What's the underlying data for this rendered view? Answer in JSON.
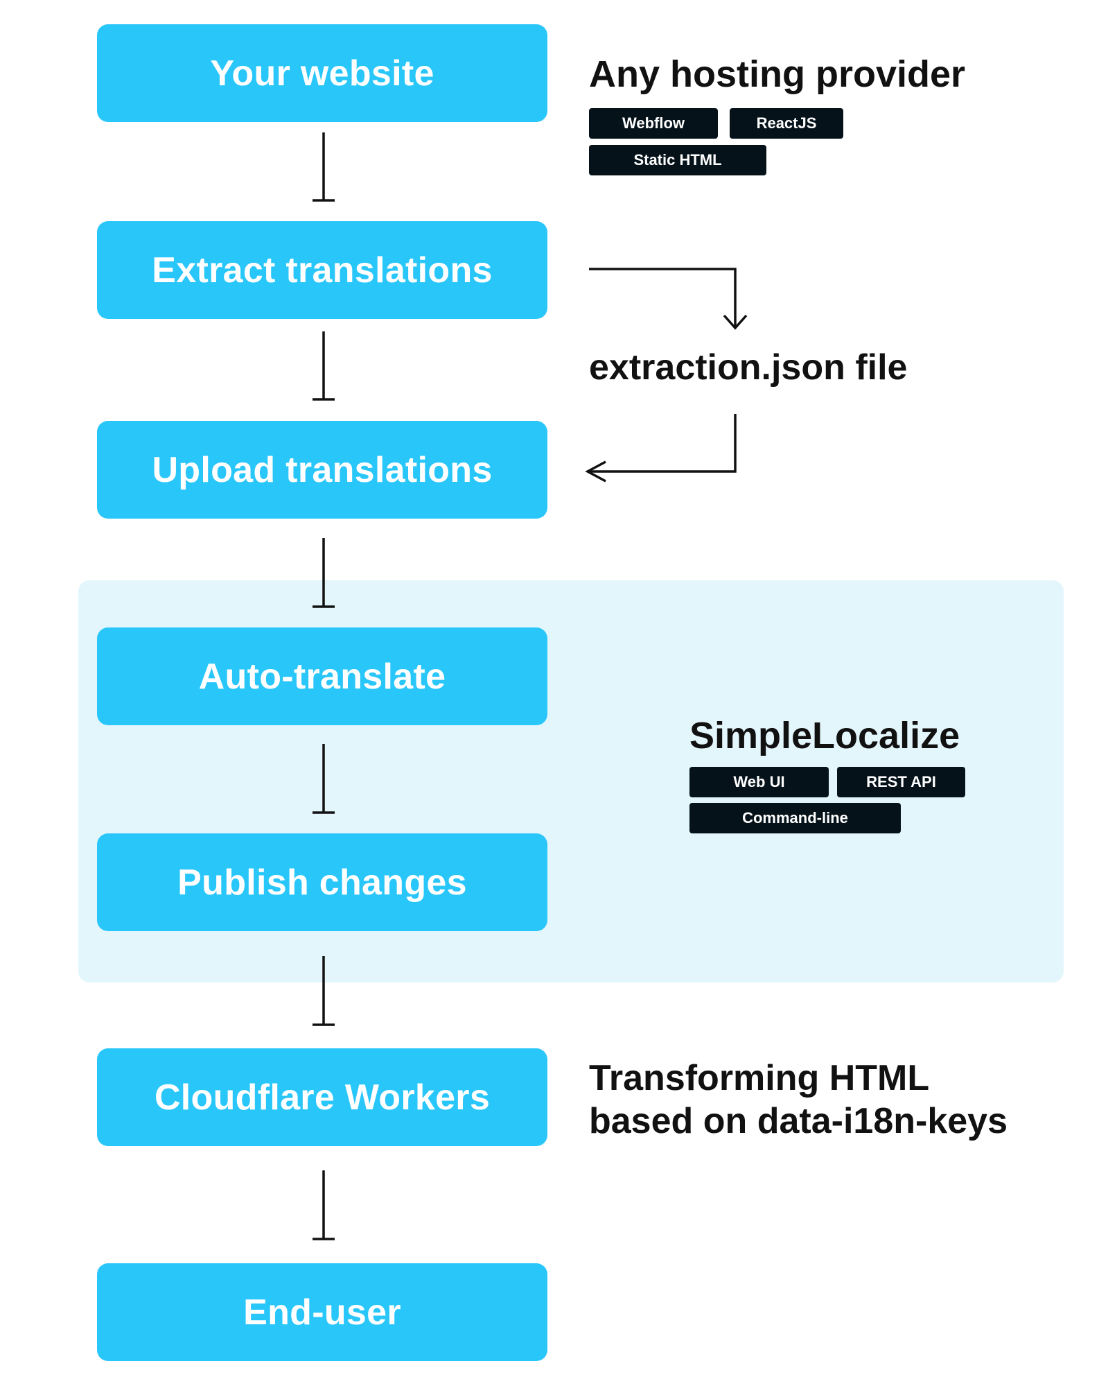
{
  "steps": [
    {
      "id": "your-website",
      "label": "Your website"
    },
    {
      "id": "extract-translations",
      "label": "Extract translations"
    },
    {
      "id": "upload-translations",
      "label": "Upload translations"
    },
    {
      "id": "auto-translate",
      "label": "Auto-translate"
    },
    {
      "id": "publish-changes",
      "label": "Publish changes"
    },
    {
      "id": "cloudflare-workers",
      "label": "Cloudflare Workers"
    },
    {
      "id": "end-user",
      "label": "End-user"
    }
  ],
  "hosting": {
    "title": "Any hosting provider",
    "tags": [
      "Webflow",
      "ReactJS",
      "Static HTML"
    ]
  },
  "extraction": {
    "file_label": "extraction.json file"
  },
  "simplelocalize": {
    "title": "SimpleLocalize",
    "tags": [
      "Web UI",
      "REST API",
      "Command-line"
    ]
  },
  "transform": {
    "line1": "Transforming HTML",
    "line2": "based on data-i18n-keys"
  },
  "colors": {
    "step_fill": "#29c6fa",
    "panel_fill": "#e3f6fc",
    "tag_fill": "#05121a",
    "text_dark": "#111111"
  }
}
